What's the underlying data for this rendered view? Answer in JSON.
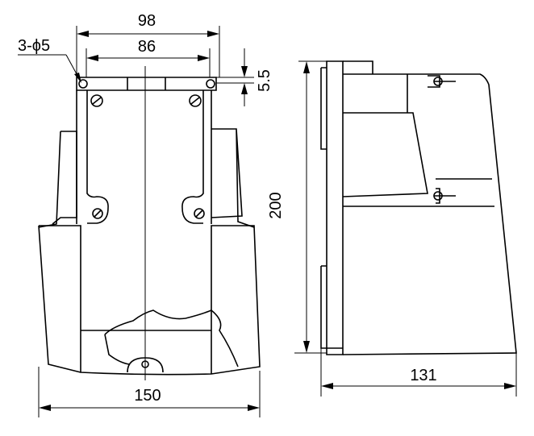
{
  "dimensions": {
    "top_outer_width": "98",
    "top_inner_width": "86",
    "hole_note": "3-ϕ5",
    "top_offset": "5.5",
    "height": "200",
    "base_width": "150",
    "side_depth": "131"
  }
}
